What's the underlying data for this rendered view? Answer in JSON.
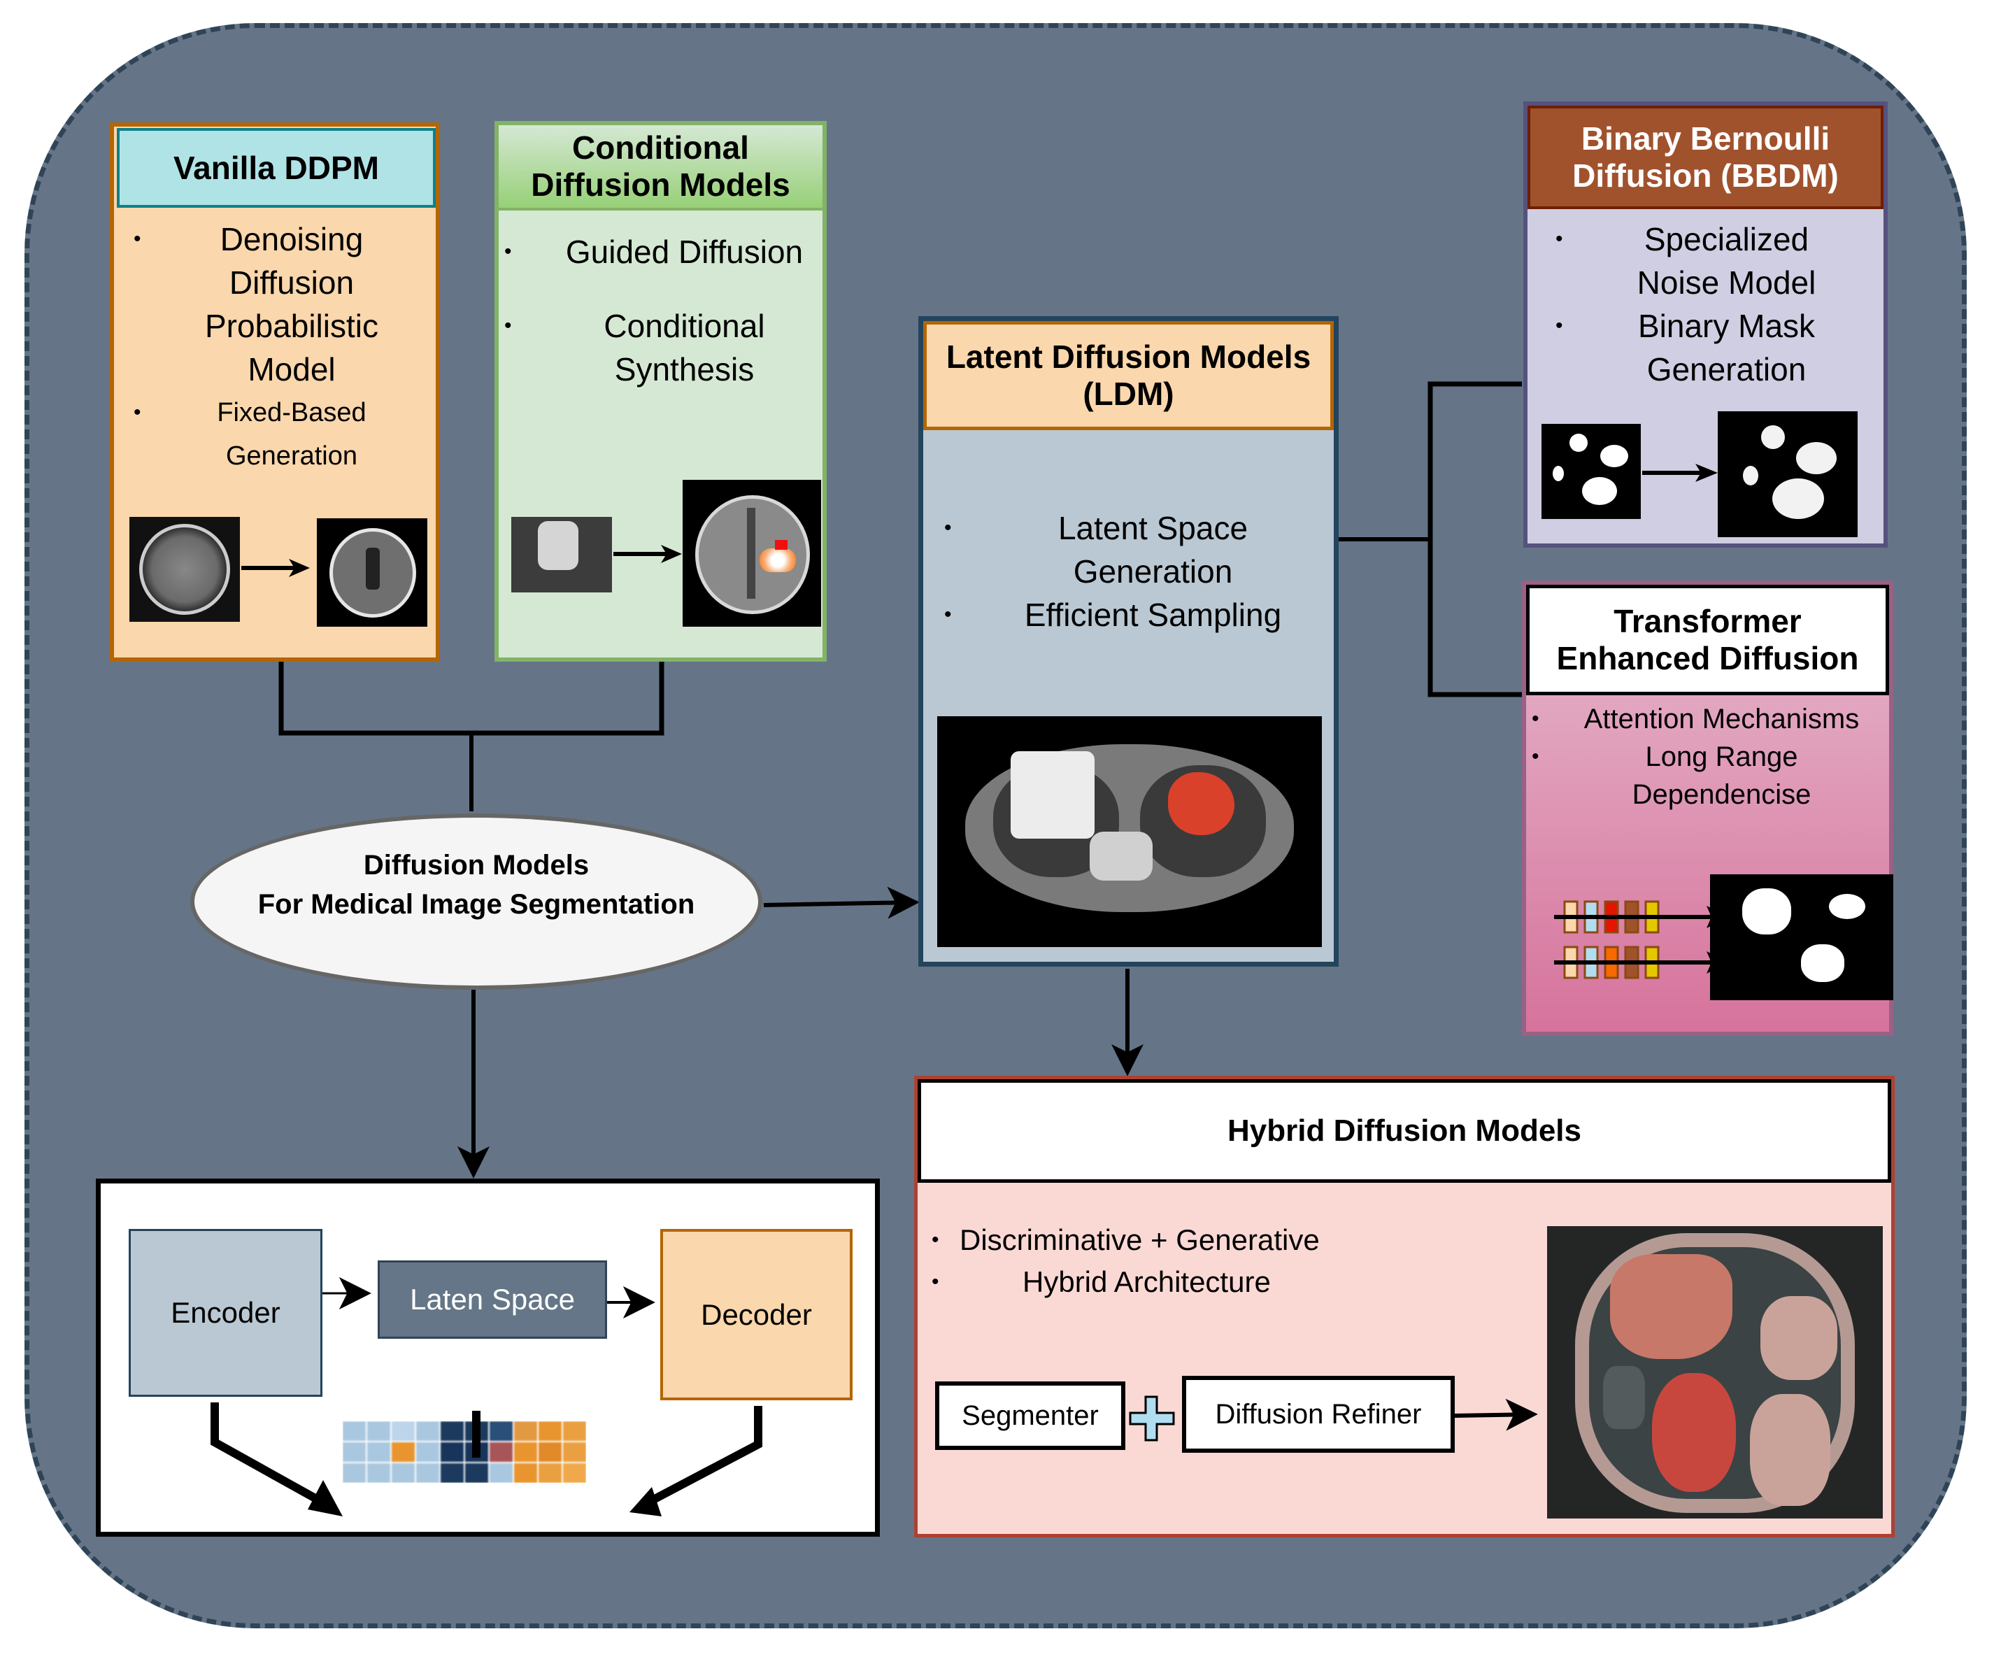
{
  "diagram": {
    "title": "Diffusion Models For Medical Image Segmentation",
    "center_node": {
      "line1": "Diffusion Models",
      "line2": "For Medical Image Segmentation"
    },
    "vanilla": {
      "title": "Vanilla DDPM",
      "bullets": [
        "Denoising\nDiffusion\nProbabilistic\nModel",
        "Fixed-Based\nGeneration"
      ],
      "image_icons": [
        "noisy-brain-mri-icon",
        "denoised-brain-mri-icon"
      ]
    },
    "conditional": {
      "title": "Conditional\nDiffusion Models",
      "bullets": [
        "Guided Diffusion",
        "Conditional\nSynthesis"
      ],
      "image_icons": [
        "tumor-patch-icon",
        "brain-tumor-overlay-icon"
      ]
    },
    "ldm": {
      "title": "Latent Diffusion Models\n(LDM)",
      "bullets": [
        "Latent Space\nGeneration",
        "Efficient Sampling"
      ],
      "image_icons": [
        "ct-thorax-segmentation-icon"
      ]
    },
    "bbdm": {
      "title": "Binary Bernoulli\nDiffusion (BBDM)",
      "bullets": [
        "Specialized\nNoise Model",
        "Binary Mask\nGeneration"
      ],
      "image_icons": [
        "binary-mask-input-icon",
        "binary-mask-output-icon"
      ]
    },
    "transformer": {
      "title": "Transformer\nEnhanced Diffusion",
      "bullets": [
        "Attention Mechanisms",
        "Long Range\nDependencise"
      ],
      "token_colors_row1": [
        "#fad7ac",
        "#b1ddf0",
        "#e51400",
        "#a0522d",
        "#e3c800"
      ],
      "token_colors_row2": [
        "#fad7ac",
        "#b1ddf0",
        "#fa6800",
        "#a0522d",
        "#e3c800"
      ],
      "image_icons": [
        "token-sequence-icon",
        "segmentation-mask-icon"
      ]
    },
    "autoencoder": {
      "encoder": "Encoder",
      "latent": "Laten Space",
      "decoder": "Decoder",
      "image_icons": [
        "latent-grid-icon"
      ]
    },
    "hybrid": {
      "title": "Hybrid Diffusion Models",
      "bullets": [
        "Discriminative + Generative",
        "Hybrid Architecture"
      ],
      "segmenter": "Segmenter",
      "plus": "+",
      "refiner": "Diffusion Refiner",
      "image_icons": [
        "abdominal-segmentation-icon"
      ]
    },
    "colors": {
      "background": "#657587",
      "frame_border": "#2f4457",
      "vanilla_header": "#b0e3e6",
      "vanilla_body": "#fad7ac",
      "vanilla_border": "#b46504",
      "conditional_body": "#d5e8d4",
      "conditional_border": "#82b366",
      "ldm_header": "#fad7ac",
      "ldm_body": "#bac8d3",
      "ldm_border": "#23445d",
      "bbdm_header": "#a0522d",
      "bbdm_body": "#d0cee2",
      "bbdm_border": "#56517e",
      "transformer_body_top": "#e6b8cd",
      "transformer_body_bottom": "#d6739c",
      "transformer_border": "#996185",
      "hybrid_body": "#fad9d5",
      "hybrid_border": "#ae4132",
      "ellipse_fill": "#f5f5f5",
      "ellipse_border": "#666666"
    }
  }
}
